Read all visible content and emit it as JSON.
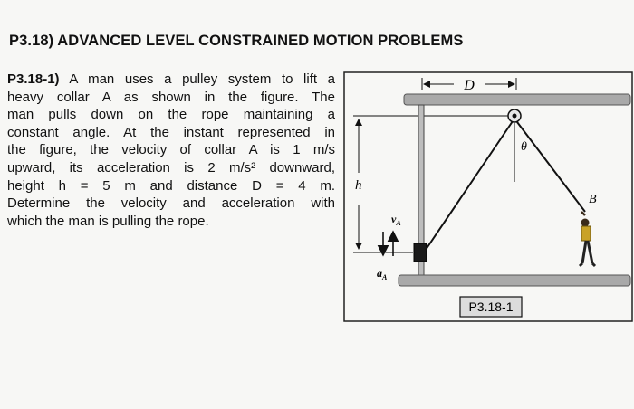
{
  "heading": "P3.18) ADVANCED LEVEL CONSTRAINED MOTION PROBLEMS",
  "problem": {
    "id": "P3.18-1)",
    "lines": [
      "A man uses a pulley system to lift a",
      "heavy collar A as shown in the figure.  The",
      "man pulls down on the rope maintaining a",
      "constant angle.  At the instant represented in",
      "the figure, the velocity of collar A is 1 m/s",
      "upward, its acceleration is 2 m/s² downward,",
      "height h = 5 m and distance D = 4 m.",
      "Determine the velocity and acceleration with",
      "which the man is pulling the rope."
    ]
  },
  "figure": {
    "label_D": "D",
    "label_theta": "θ",
    "label_B": "B",
    "label_h": "h",
    "label_vA": "v",
    "label_vA_sub": "A",
    "label_aA": "a",
    "label_aA_sub": "A",
    "caption": "P3.18-1",
    "colors": {
      "beam": "#a9a9a9",
      "beam_edge": "#555555",
      "frame": "#222222",
      "rope": "#111111",
      "man_shirt": "#c9a227",
      "caption_bg": "#dcdcdc"
    }
  }
}
